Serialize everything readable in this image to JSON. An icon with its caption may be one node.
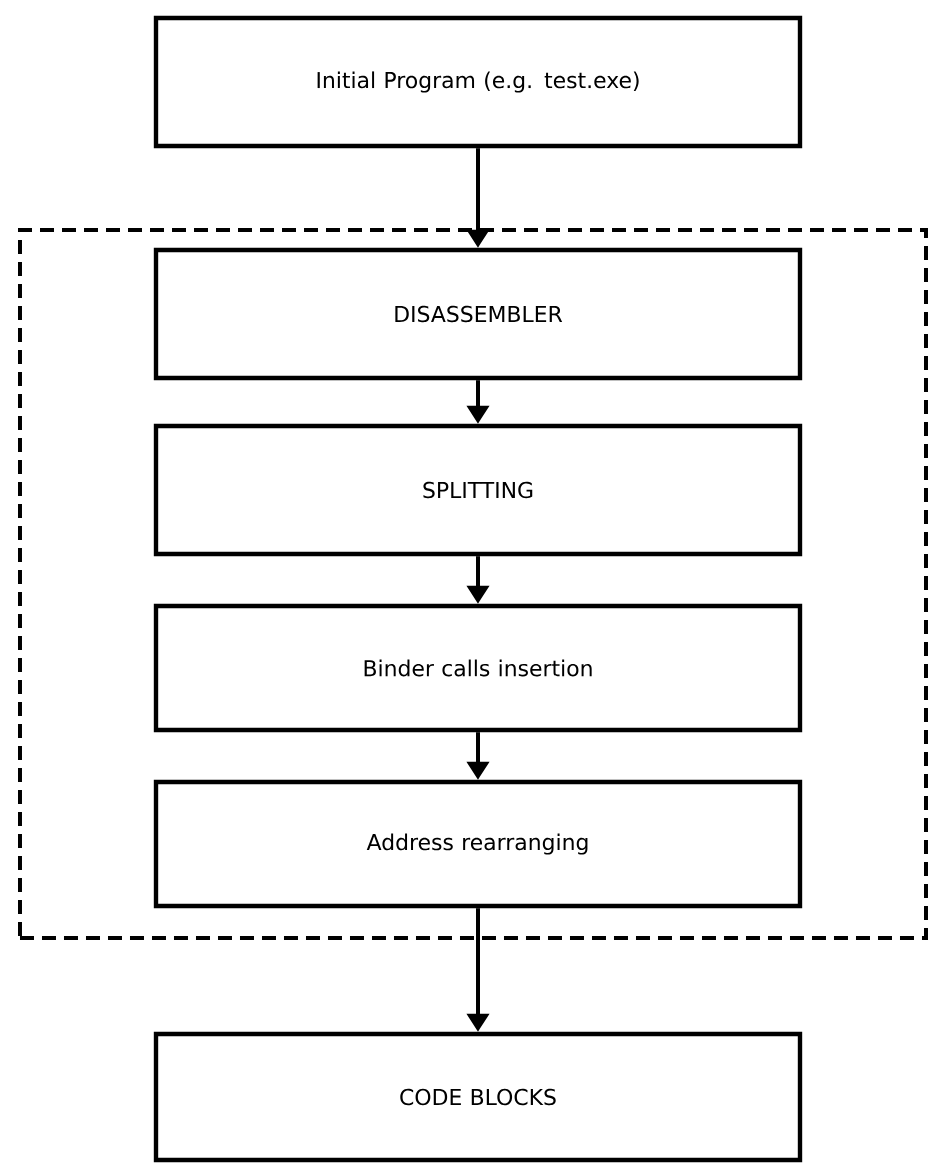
{
  "diagram": {
    "nodes": [
      {
        "text": [
          "Initial Program (e.g. test.exe)"
        ]
      },
      {
        "text": [],
        "shape": "box"
      },
      {
        "text": [
          "DISASSEMBLER"
        ],
        "in": 1
      },
      {
        "text": [
          "SPLITTING"
        ],
        "in": 1
      },
      {
        "text": [
          "Binder calls insertion"
        ],
        "in": 1
      },
      {
        "text": [
          "Address rearranging"
        ],
        "in": 1
      },
      {
        "text": [
          "CODE BLOCKS"
        ]
      }
    ],
    "edges": [
      {
        "from": 0,
        "to": 2,
        "arrow": "to"
      },
      {
        "from": 2,
        "to": 3,
        "arrow": "to"
      },
      {
        "from": 3,
        "to": 4,
        "arrow": "to"
      },
      {
        "from": 4,
        "to": 5,
        "arrow": "to"
      },
      {
        "from": 5,
        "to": 6,
        "arrow": "to"
      }
    ]
  }
}
